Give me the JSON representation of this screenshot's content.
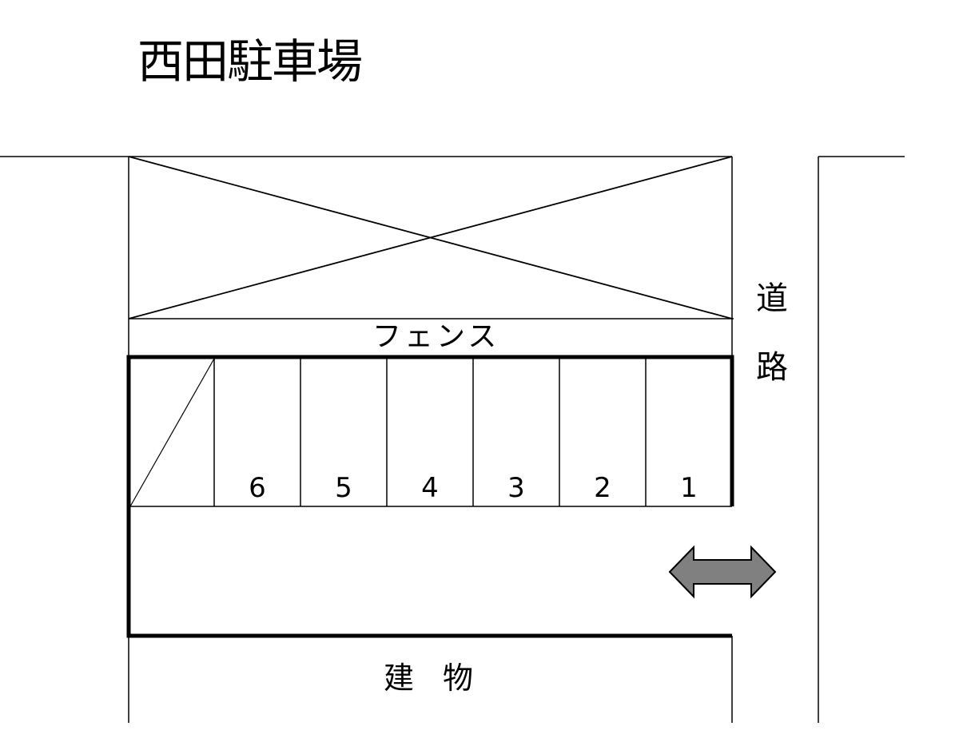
{
  "title": "西田駐車場",
  "fence": {
    "label": "フェンス"
  },
  "road": {
    "label_chars": [
      "道",
      "路"
    ]
  },
  "building": {
    "label_chars": [
      "建",
      "物"
    ]
  },
  "parking_spaces": [
    {
      "number": "6"
    },
    {
      "number": "5"
    },
    {
      "number": "4"
    },
    {
      "number": "3"
    },
    {
      "number": "2"
    },
    {
      "number": "1"
    }
  ],
  "entrance_arrow": {
    "icon": "double-arrow-left-right",
    "fill": "#808080",
    "stroke": "#000000"
  },
  "colors": {
    "line": "#000000",
    "background": "#ffffff"
  }
}
